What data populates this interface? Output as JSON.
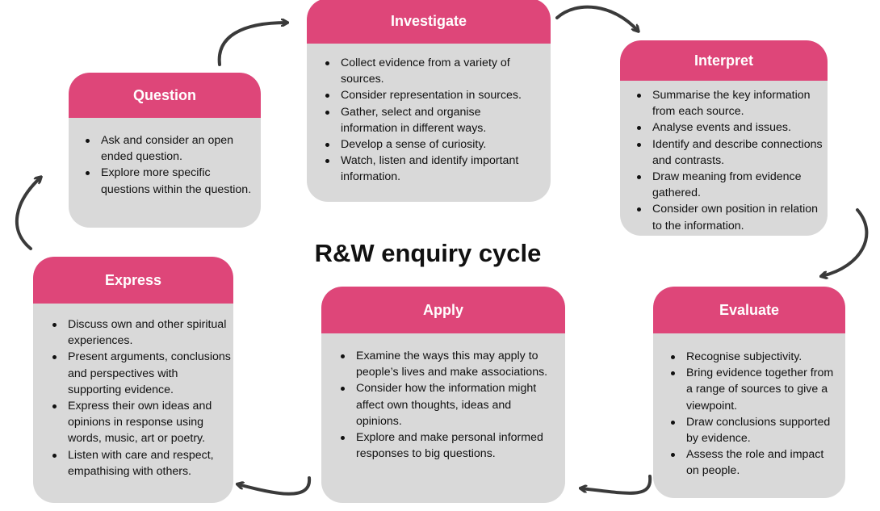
{
  "title": "R&W enquiry cycle",
  "colors": {
    "header": "#de4679",
    "card": "#d9d9d9",
    "arrow": "#3a3a3a"
  },
  "steps": [
    {
      "name": "Question",
      "items": [
        "Ask and consider an open ended question.",
        "Explore more specific questions within the question."
      ]
    },
    {
      "name": "Investigate",
      "items": [
        "Collect evidence from a variety of sources.",
        "Consider representation in sources.",
        "Gather, select and organise information in different ways.",
        "Develop a sense of curiosity.",
        "Watch, listen and identify important information."
      ]
    },
    {
      "name": "Interpret",
      "items": [
        "Summarise the key information from each source.",
        "Analyse events and issues.",
        "Identify and describe connections and contrasts.",
        "Draw meaning from evidence gathered.",
        "Consider own position in relation to the information."
      ]
    },
    {
      "name": "Evaluate",
      "items": [
        "Recognise subjectivity.",
        "Bring evidence together from a range of sources to give a viewpoint.",
        "Draw conclusions supported by evidence.",
        "Assess the role and impact on people."
      ]
    },
    {
      "name": "Apply",
      "items": [
        "Examine the ways this may apply to people’s lives and make associations.",
        "Consider how the information might affect own thoughts, ideas and opinions.",
        "Explore and make personal informed responses to big questions."
      ]
    },
    {
      "name": "Express",
      "items": [
        "Discuss own and other spiritual experiences.",
        "Present arguments, conclusions and perspectives with supporting evidence.",
        "Express their own ideas and opinions in response using words, music, art or poetry.",
        "Listen with care and respect, empathising with others."
      ]
    }
  ]
}
